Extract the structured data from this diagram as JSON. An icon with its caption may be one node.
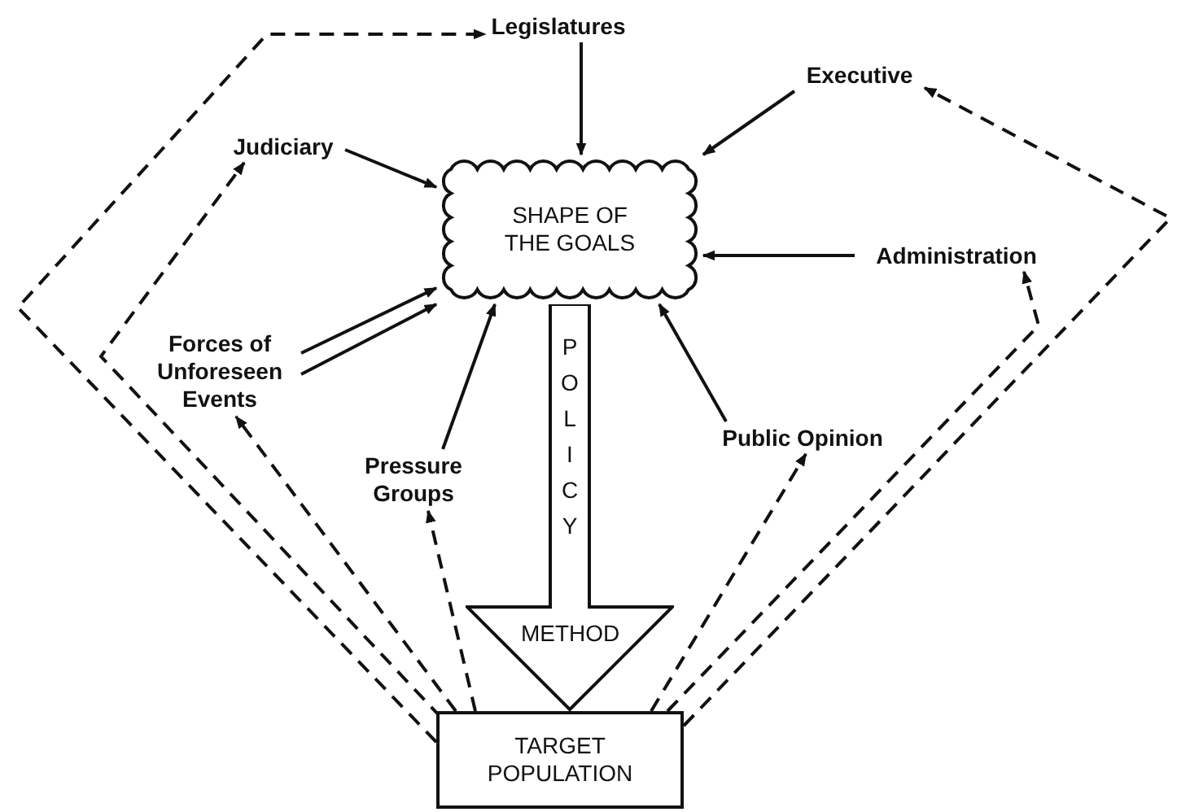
{
  "diagram": {
    "nodes": [
      {
        "text": [
          "Legislatures"
        ]
      },
      {
        "text": [
          "Executive"
        ]
      },
      {
        "text": [
          "Judiciary"
        ]
      },
      {
        "text": [
          "SHAPE OF THE GOALS"
        ]
      },
      {
        "text": [
          "Administration"
        ]
      },
      {
        "text": [
          "Forces of Unforeseen Events"
        ]
      },
      {
        "text": [
          "Pressure Groups"
        ]
      },
      {
        "text": [
          "Public Opinion"
        ]
      },
      {
        "text": [
          "TARGET POPULATION"
        ]
      },
      {
        "text": [
          "POLICY",
          "METHOD"
        ]
      }
    ],
    "edges": [
      {
        "from": 0,
        "to": 3,
        "arrow": "to"
      },
      {
        "from": 1,
        "to": 3,
        "arrow": "to"
      },
      {
        "from": 2,
        "to": 3,
        "arrow": "to"
      },
      {
        "from": 4,
        "to": 3,
        "arrow": "to"
      },
      {
        "from": 5,
        "to": 3,
        "arrow": "to"
      },
      {
        "from": 5,
        "to": 3,
        "arrow": "to"
      },
      {
        "from": 6,
        "to": 3,
        "arrow": "to"
      },
      {
        "from": 7,
        "to": 3,
        "arrow": "to"
      },
      {
        "from": 8,
        "to": 0,
        "arrow": "to",
        "style": "dashed"
      },
      {
        "from": 8,
        "to": 2,
        "arrow": "to",
        "style": "dashed"
      },
      {
        "from": 8,
        "to": 5,
        "arrow": "to",
        "style": "dashed"
      },
      {
        "from": 8,
        "to": 6,
        "arrow": "to",
        "style": "dashed"
      },
      {
        "from": 8,
        "to": 7,
        "arrow": "to",
        "style": "dashed"
      },
      {
        "from": 8,
        "to": 4,
        "arrow": "to",
        "style": "dashed"
      },
      {
        "from": 8,
        "to": 1,
        "arrow": "to",
        "style": "dashed"
      },
      {
        "from": 3,
        "to": 8,
        "arrow": "to",
        "style": "thick"
      }
    ]
  }
}
